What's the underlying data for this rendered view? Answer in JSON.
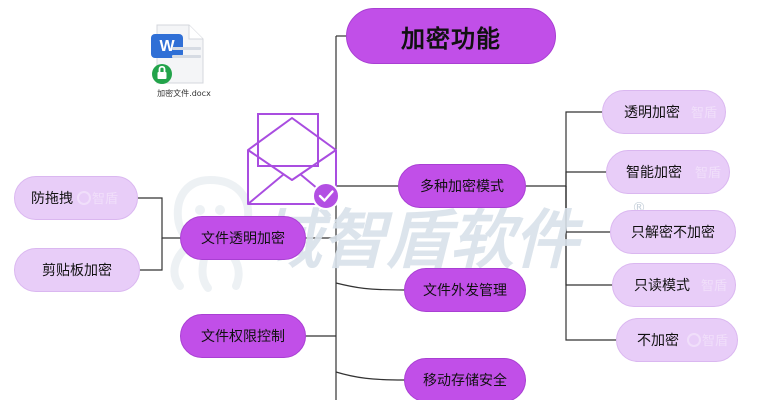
{
  "diagram": {
    "root": {
      "label": "加密功能"
    },
    "document_icon": {
      "name": "word-document-lock-icon",
      "caption": "加密文件.docx"
    },
    "envelope_icon": {
      "name": "envelope-check-icon"
    },
    "watermark": {
      "text": "域智盾软件",
      "registered_mark": "®",
      "badge_text": "智盾"
    },
    "left_nodes": [
      {
        "id": "transparent",
        "label": "文件透明加密"
      },
      {
        "id": "permission",
        "label": "文件权限控制"
      }
    ],
    "transparent_children": [
      {
        "id": "anti_drag",
        "label": "防拖拽"
      },
      {
        "id": "clipboard",
        "label": "剪贴板加密"
      }
    ],
    "center_nodes": [
      {
        "id": "multi_mode",
        "label": "多种加密模式"
      },
      {
        "id": "outbound",
        "label": "文件外发管理"
      },
      {
        "id": "mobile_storage",
        "label": "移动存储安全"
      }
    ],
    "mode_children": [
      {
        "id": "transparent_enc",
        "label": "透明加密"
      },
      {
        "id": "smart_enc",
        "label": "智能加密"
      },
      {
        "id": "decrypt_only",
        "label": "只解密不加密"
      },
      {
        "id": "read_only",
        "label": "只读模式"
      },
      {
        "id": "no_enc",
        "label": "不加密"
      }
    ],
    "colors": {
      "dark_node": "#c14fe8",
      "light_node": "#e8cdf8",
      "connector": "#333333",
      "envelope": "#a94de0",
      "check_badge": "#b34fe3",
      "word_blue": "#2f6fd6",
      "lock_green": "#22a34a",
      "watermark": "#d9e2ea"
    }
  }
}
